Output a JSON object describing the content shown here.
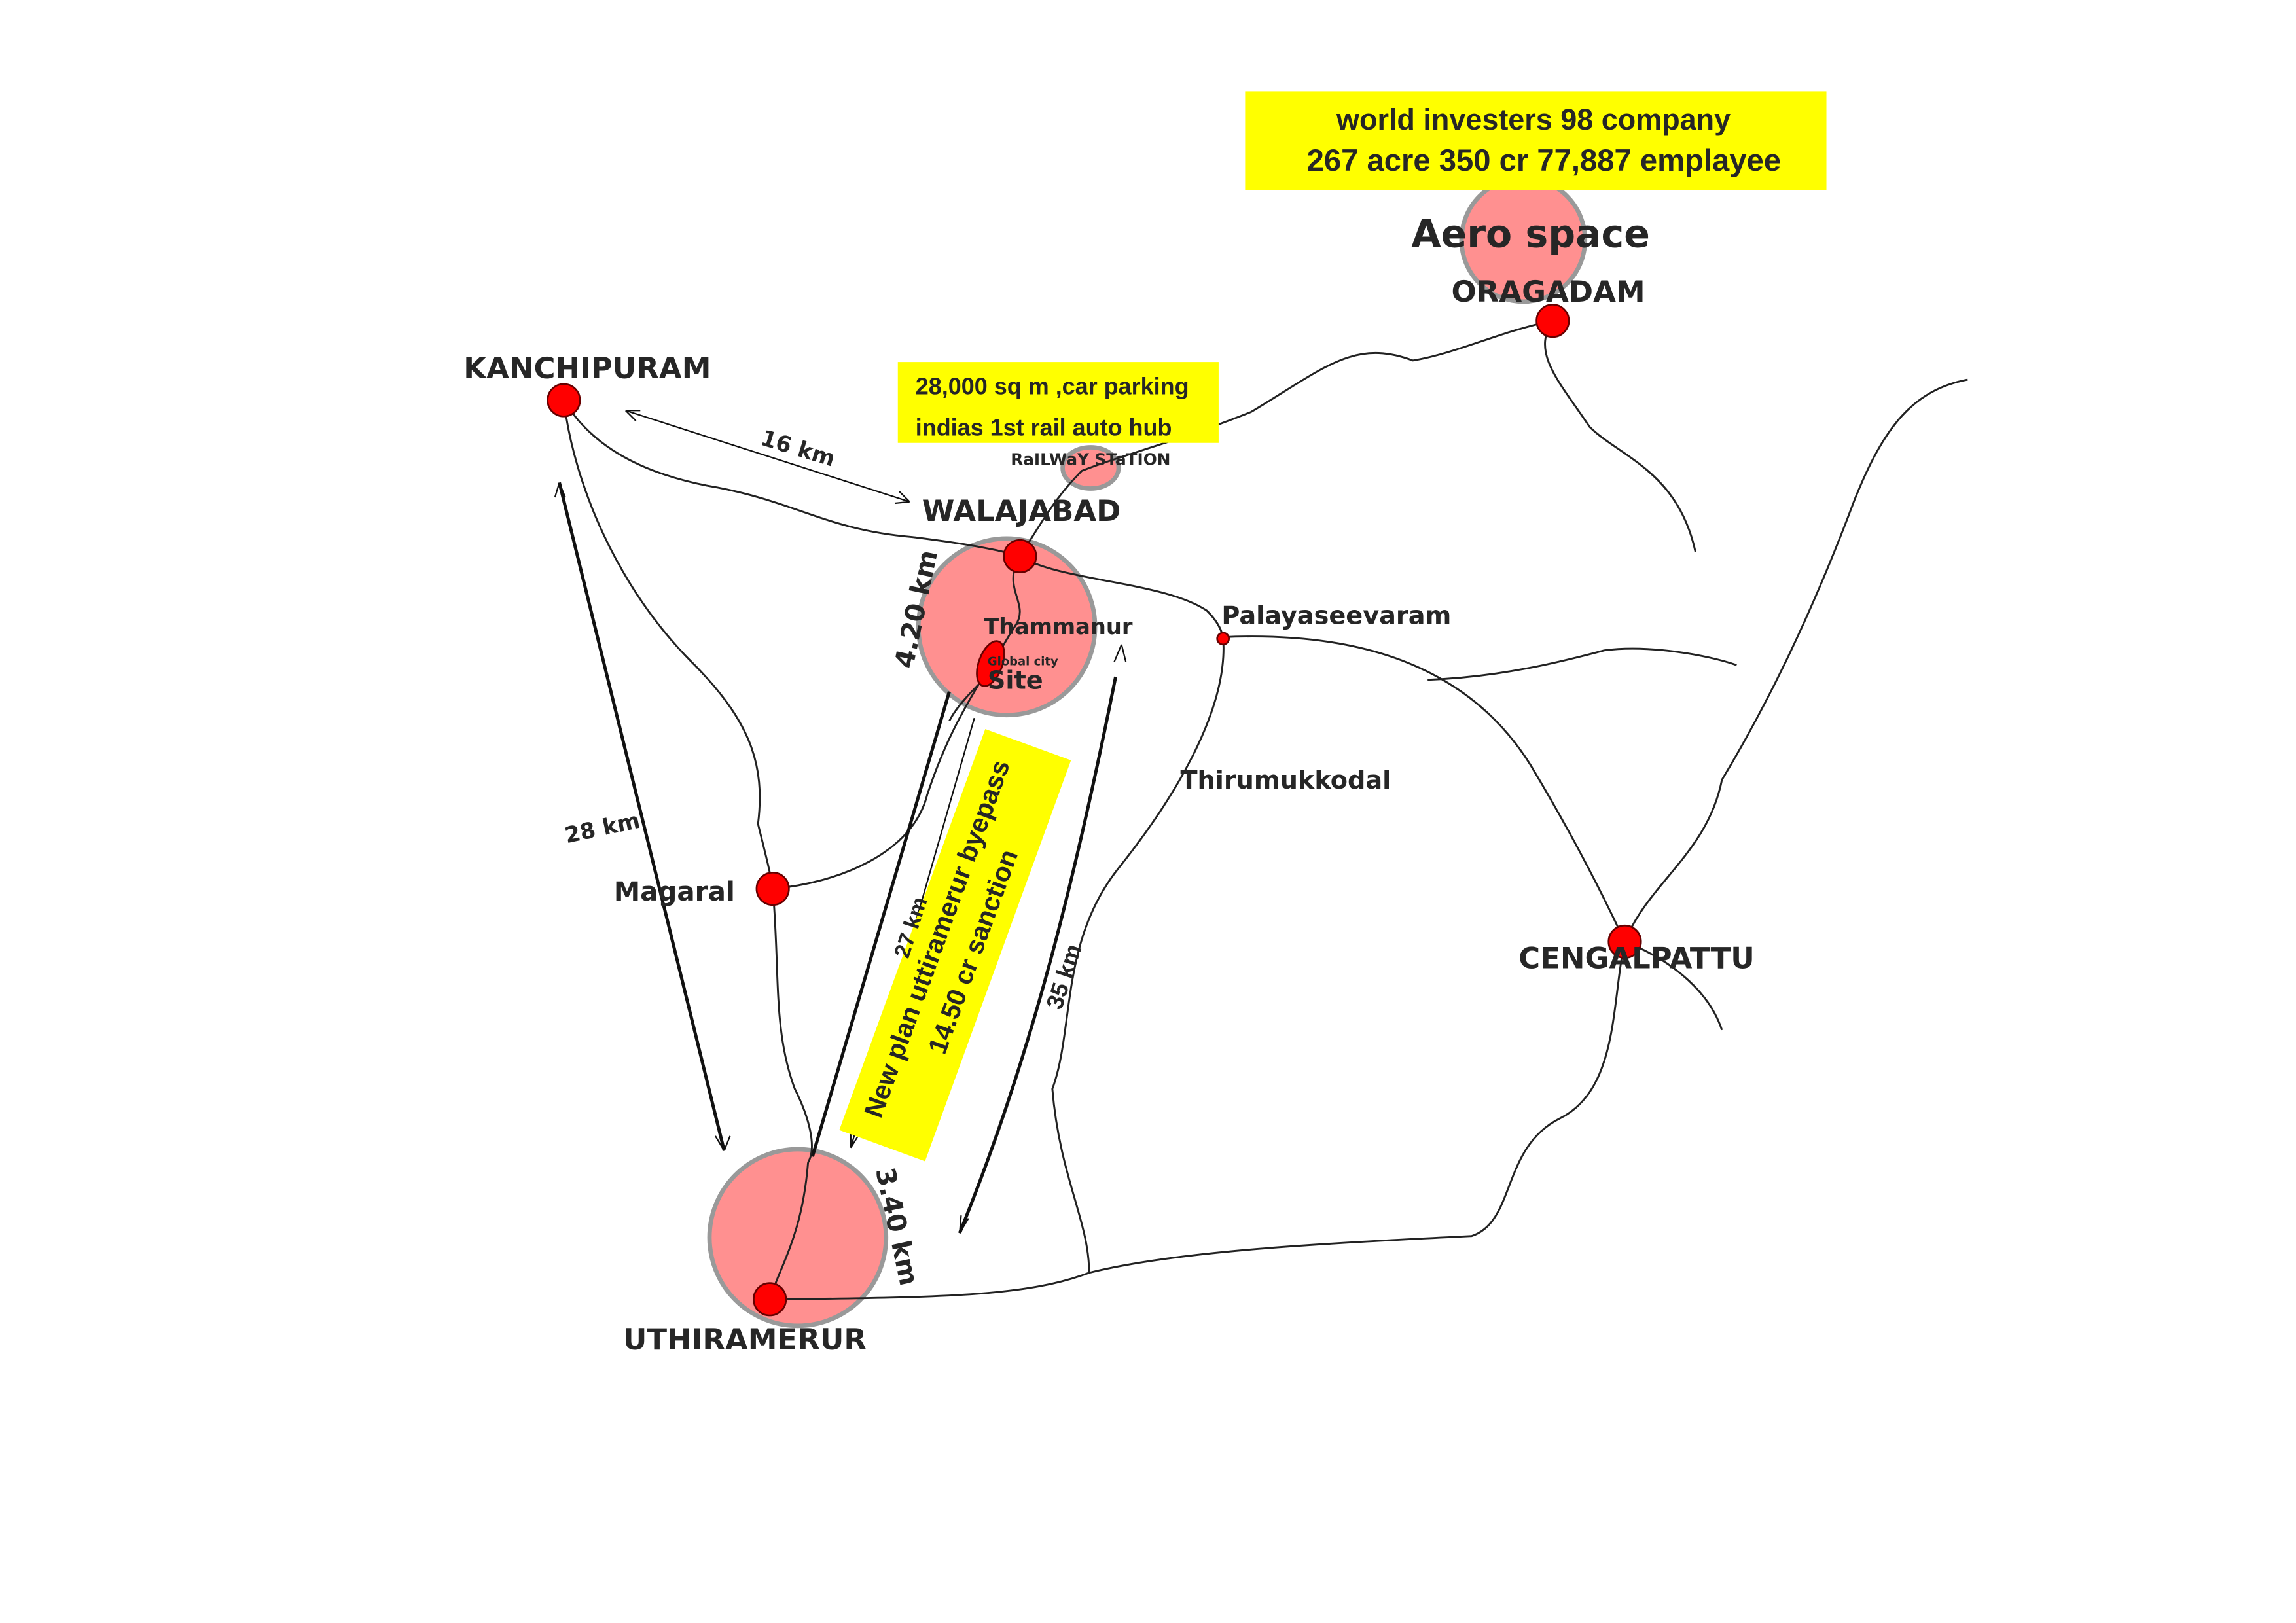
{
  "colors": {
    "town": "#ff0000",
    "zone": "#ff9090",
    "callout": "#ffff00"
  },
  "callouts": {
    "aero_line1": "world investers 98 company",
    "aero_line2": "267 acre 350 cr 77,887 emplayee",
    "hub_line1": "28,000 sq m ,car parking",
    "hub_line2": "indias 1st rail auto hub",
    "bypass_line1": "New plan uttiramerur byepass",
    "bypass_line2": "14.50 cr sanction"
  },
  "places": {
    "aero_space": "Aero space",
    "oragadam": "ORAGADAM",
    "kanchipuram": "KANCHIPURAM",
    "railway_station": "RaILWaY STaTION",
    "walajabad": "WALAJABAD",
    "thammanur": "Thammanur",
    "global_city": "Global city",
    "site": "Site",
    "palayaseevaram": "Palayaseevaram",
    "thirumukkodal": "Thirumukkodal",
    "magaral": "Magaral",
    "cengalpattu": "CENGALPATTU",
    "uthiramerur": "UTHIRAMERUR"
  },
  "distances": {
    "kanchi_walaja": "16 km",
    "kanchi_uthira": "28 km",
    "walaja_site": "4.20 km",
    "site_uthira": "27 km",
    "uthira_end": "3.40 km",
    "thammanur_uthira": "35 km"
  }
}
